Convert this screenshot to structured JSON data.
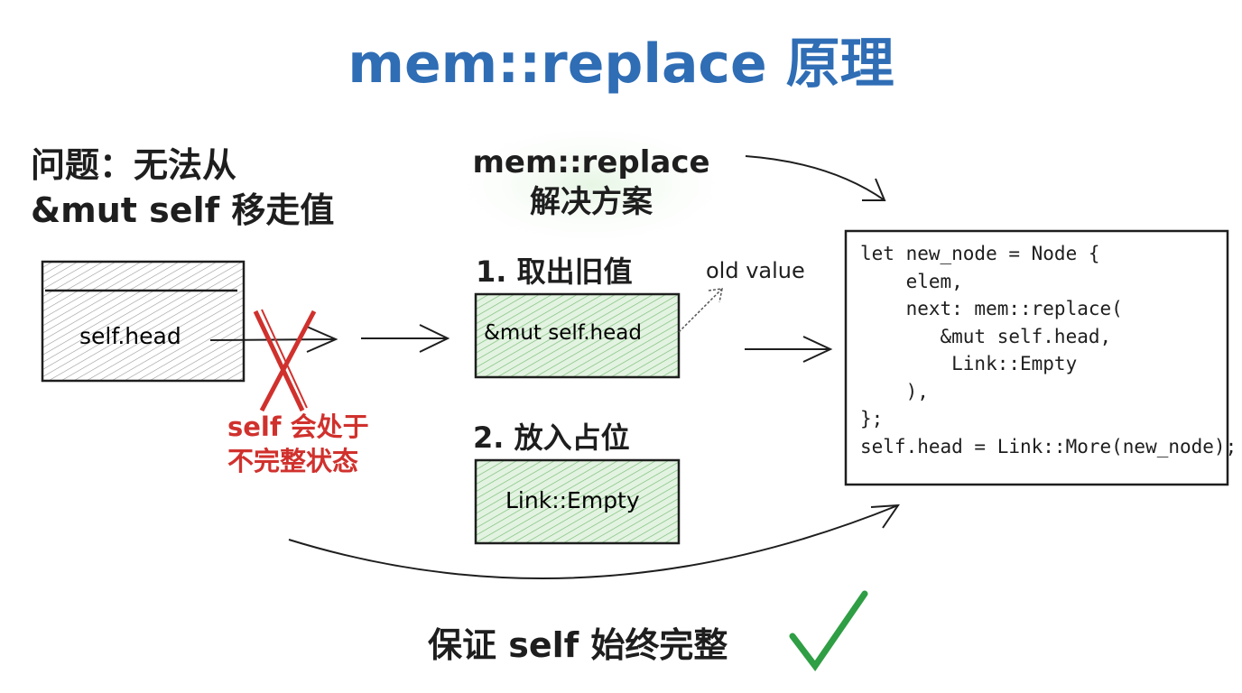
{
  "title": "mem::replace 原理",
  "problem": {
    "line1": "问题：无法从",
    "line2": "&mut self 移走值"
  },
  "solution": {
    "line1": "mem::replace",
    "line2": "解决方案"
  },
  "left_box": {
    "label": "self.head"
  },
  "warning": {
    "line1": "self 会处于",
    "line2": "不完整状态"
  },
  "step1": {
    "label": "1. 取出旧值",
    "box": "&mut self.head"
  },
  "step2": {
    "label": "2. 放入占位",
    "box": "Link::Empty"
  },
  "old_value_label": "old value",
  "code": {
    "lines": [
      "let new_node = Node {",
      "    elem,",
      "    next: mem::replace(",
      "       &mut self.head,",
      "        Link::Empty",
      "    ),",
      "};",
      "self.head = Link::More(new_node);"
    ]
  },
  "conclusion": "保证 self 始终完整",
  "colors": {
    "title": "#2f6db5",
    "warning": "#d0312d",
    "green_fill": "#b2dfb0",
    "check": "#2f9e44"
  }
}
